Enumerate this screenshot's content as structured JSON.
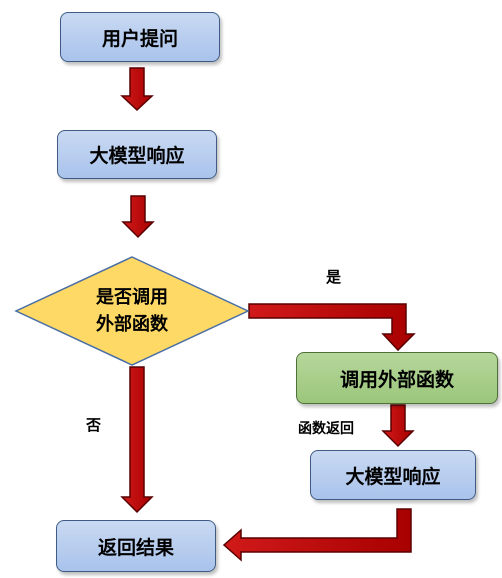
{
  "nodes": {
    "user_question": "用户提问",
    "llm_response_1": "大模型响应",
    "decision_line1": "是否调用",
    "decision_line2": "外部函数",
    "call_external": "调用外部函数",
    "llm_response_2": "大模型响应",
    "return_result": "返回结果"
  },
  "edge_labels": {
    "yes": "是",
    "no": "否",
    "function_return": "函数返回"
  },
  "colors": {
    "box_blue": "#b4cdee",
    "box_green": "#a6cd87",
    "decision_yellow": "#ffd966",
    "arrow_red": "#c00000"
  }
}
